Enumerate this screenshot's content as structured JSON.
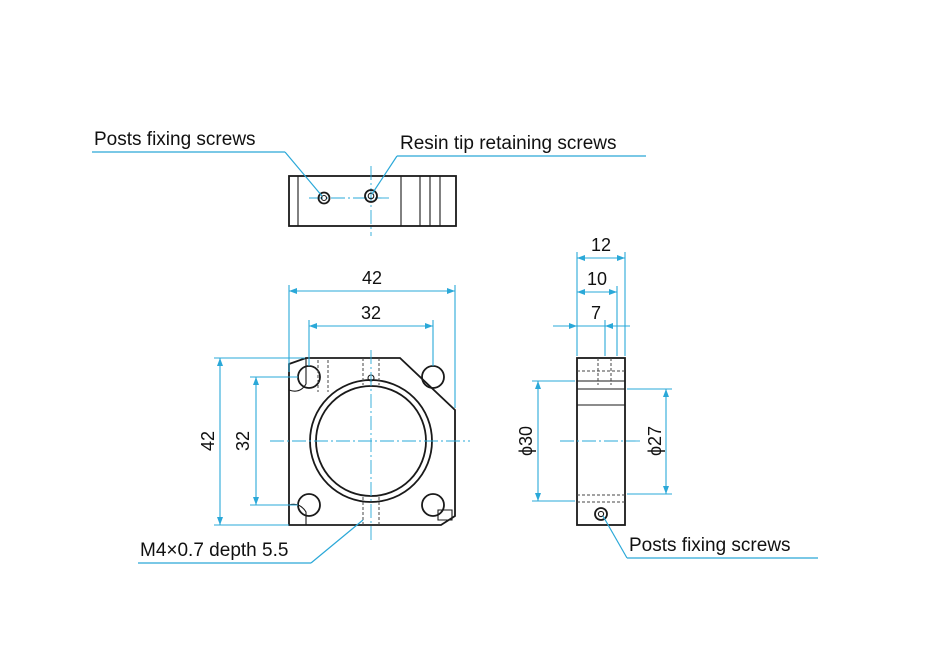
{
  "labels": {
    "posts_fixing_top": "Posts fixing screws",
    "resin_tip": "Resin tip retaining screws",
    "posts_fixing_side": "Posts fixing screws",
    "tap_hole": "M4×0.7 depth 5.5"
  },
  "front_view": {
    "width_overall": "42",
    "width_hole_pitch": "32",
    "height_overall": "42",
    "height_hole_pitch": "32"
  },
  "side_view": {
    "depth_overall": "12",
    "depth_10": "10",
    "depth_7": "7",
    "bore_diameter": "ϕ30",
    "inner_diameter": "ϕ27"
  },
  "colors": {
    "dimension_line": "#2aa8d8",
    "outline": "#1a1a1a"
  }
}
